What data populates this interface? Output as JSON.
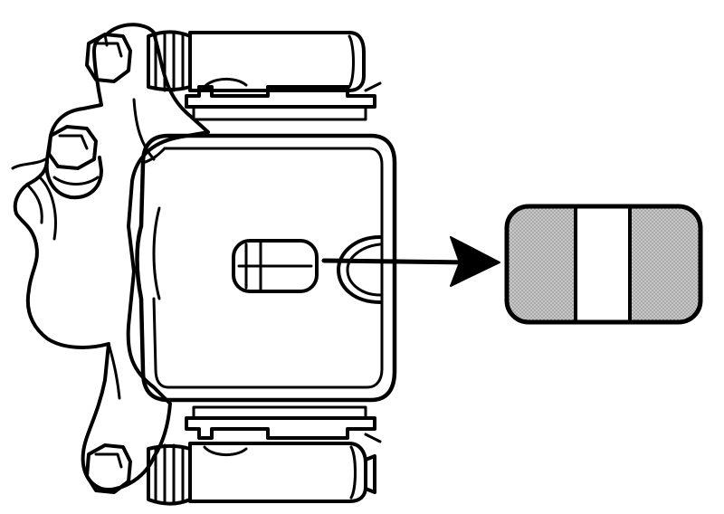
{
  "diagram": {
    "type": "technical-line-drawing",
    "subject": "disc-brake-caliper",
    "colors": {
      "ink": "#000000",
      "paper": "#ffffff",
      "worn-zone": "#b8b8b8"
    },
    "parts": [
      "caliper-body",
      "inspection-window",
      "upper-guide-pin-boot",
      "lower-guide-pin-boot",
      "upper-mounting-bolt",
      "lower-mounting-bolt",
      "bleeder-screw",
      "upper-pad-support-plate",
      "lower-pad-support-plate",
      "pointer-arrow",
      "pad-wear-indicator-detail"
    ]
  }
}
